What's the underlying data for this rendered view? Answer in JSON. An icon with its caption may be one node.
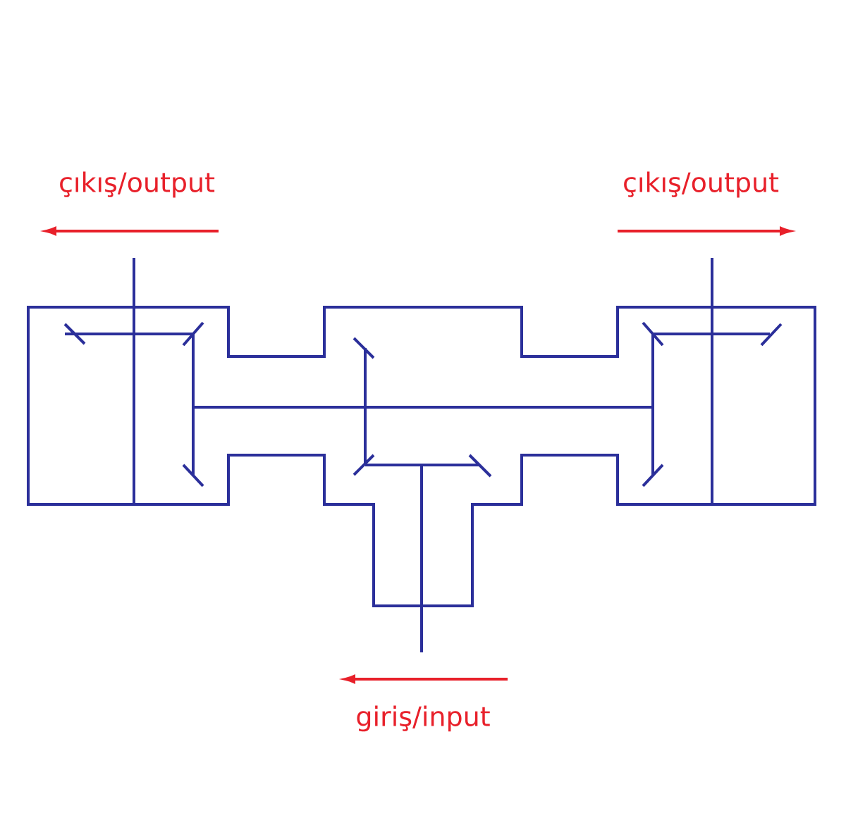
{
  "diagram": {
    "labels": [
      "çıkış/output",
      "çıkış/output",
      "giriş/input"
    ]
  }
}
